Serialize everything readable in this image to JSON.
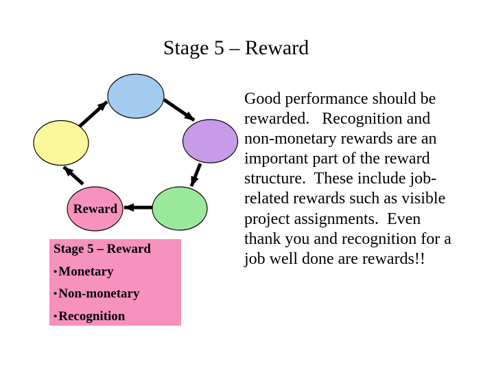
{
  "slide": {
    "title": "Stage 5 – Reward",
    "body_lines": [
      "Good performance should be",
      "rewarded.   Recognition and",
      "non-monetary rewards are an",
      "important part of the reward",
      "structure.  These include job-",
      "related rewards such as visible",
      "project assignments.  Even",
      "thank you and recognition for a",
      "job well done are rewards!!"
    ]
  },
  "diagram": {
    "description": "five-ellipse cycle with clockwise arrows",
    "arrow_color": "#000000",
    "node_border_color": "#000000",
    "nodes": [
      {
        "position": "top",
        "label": "",
        "color": "#A3CBEF"
      },
      {
        "position": "right",
        "label": "",
        "color": "#C79BE8"
      },
      {
        "position": "bottom-right",
        "label": "",
        "color": "#9AE89A"
      },
      {
        "position": "bottom-left",
        "label": "Reward",
        "color": "#F791BE"
      },
      {
        "position": "left",
        "label": "",
        "color": "#FBF79B"
      }
    ]
  },
  "callout": {
    "background": "#F791BE",
    "heading": "Stage 5 – Reward",
    "bullet_char": "•",
    "bullets": [
      "Monetary",
      "Non-monetary",
      "Recognition"
    ]
  }
}
